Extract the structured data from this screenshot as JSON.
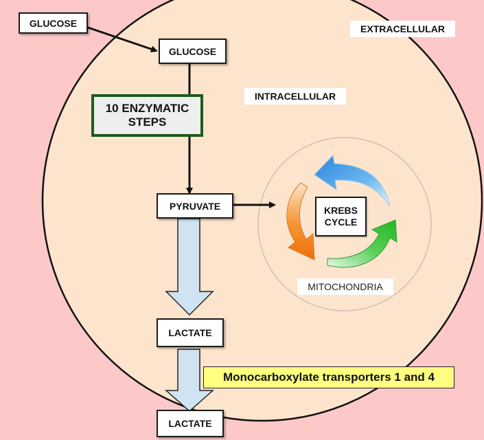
{
  "labels": {
    "glucose_outside": "GLUCOSE",
    "extracellular": "EXTRACELLULAR",
    "glucose_inside": "GLUCOSE",
    "intracellular": "INTRACELLULAR",
    "enzymatic_steps": "10 ENZYMATIC\nSTEPS",
    "pyruvate": "PYRUVATE",
    "krebs_cycle": "KREBS\nCYCLE",
    "mitochondria": "MITOCHONDRIA",
    "lactate_inside": "LACTATE",
    "transporters": "Monocarboxylate transporters 1 and 4",
    "lactate_outside": "LACTATE"
  },
  "colors": {
    "background": "#fdc8c8",
    "cell": "#fde4cc",
    "step_box_border": "#1e5a1e",
    "block_arrow": "#cfe3f3",
    "krebs_blue": "#3399e6",
    "krebs_orange": "#f07810",
    "krebs_green": "#29c029",
    "transporter_highlight": "#ffff80"
  }
}
